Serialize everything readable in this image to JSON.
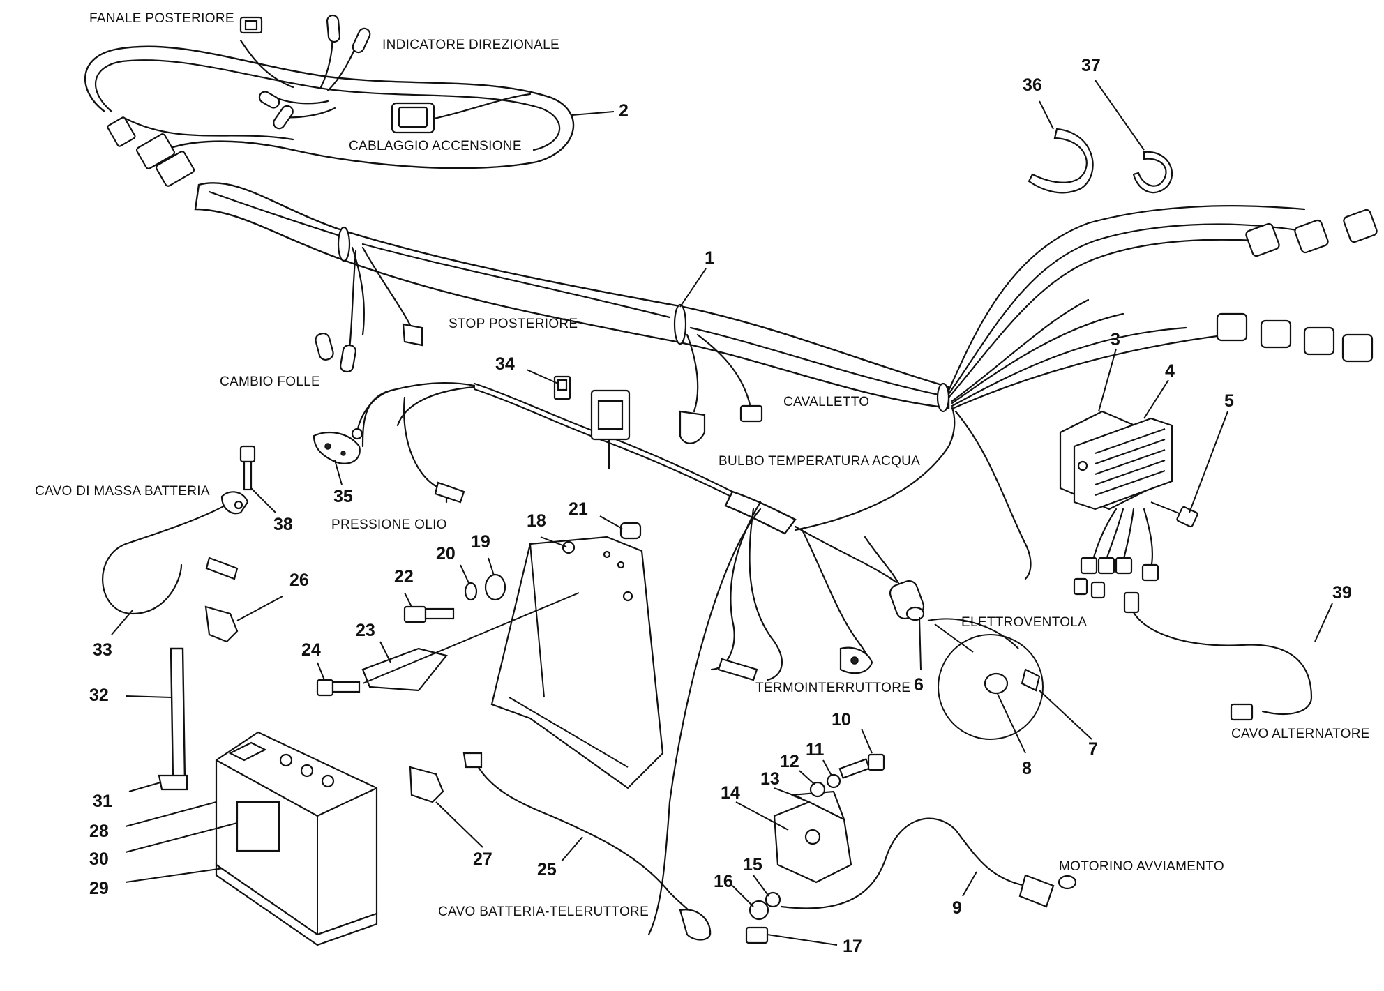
{
  "labels": {
    "fanale_posteriore": "FANALE POSTERIORE",
    "indicatore_direzionale": "INDICATORE DIREZIONALE",
    "cablaggio_accensione": "CABLAGGIO ACCENSIONE",
    "stop_posteriore": "STOP POSTERIORE",
    "cambio_folle": "CAMBIO FOLLE",
    "cavalletto": "CAVALLETTO",
    "bulbo_temperatura_acqua": "BULBO TEMPERATURA ACQUA",
    "cavo_di_massa_batteria": "CAVO DI MASSA BATTERIA",
    "pressione_olio": "PRESSIONE OLIO",
    "elettroventola": "ELETTROVENTOLA",
    "termointerruttore": "TERMOINTERRUTTORE",
    "cavo_alternatore": "CAVO ALTERNATORE",
    "motorino_avviamento": "MOTORINO AVVIAMENTO",
    "cavo_batteria_teleruttore": "CAVO BATTERIA-TELERUTTORE"
  },
  "part_numbers": {
    "p1": "1",
    "p2": "2",
    "p3": "3",
    "p4": "4",
    "p5": "5",
    "p6": "6",
    "p7": "7",
    "p8": "8",
    "p9": "9",
    "p10": "10",
    "p11": "11",
    "p12": "12",
    "p13": "13",
    "p14": "14",
    "p15": "15",
    "p16": "16",
    "p17": "17",
    "p18": "18",
    "p19": "19",
    "p20": "20",
    "p21": "21",
    "p22": "22",
    "p23": "23",
    "p24": "24",
    "p25": "25",
    "p26": "26",
    "p27": "27",
    "p28": "28",
    "p29": "29",
    "p30": "30",
    "p31": "31",
    "p32": "32",
    "p33": "33",
    "p34": "34",
    "p35": "35",
    "p36": "36",
    "p37": "37",
    "p38": "38",
    "p39": "39"
  }
}
